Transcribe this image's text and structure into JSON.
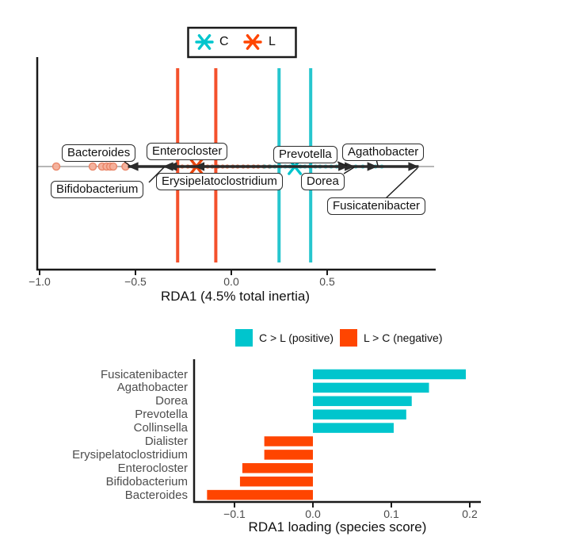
{
  "chart_data": [
    {
      "type": "scatter",
      "name": "rda-ordination-plot",
      "xlabel": "RDA1 (4.5% total inertia)",
      "xlim": [
        -1.01,
        1.06
      ],
      "x_ticks": [
        {
          "v": -1.0,
          "label": "−1.0"
        },
        {
          "v": -0.5,
          "label": "−0.5"
        },
        {
          "v": 0.0,
          "label": "0.0"
        },
        {
          "v": 0.5,
          "label": "0.5"
        }
      ],
      "legend": {
        "position": "top-center",
        "items": [
          {
            "label": "C",
            "color": "#00C5CD",
            "marker": "asterisk"
          },
          {
            "label": "L",
            "color": "#FF4500",
            "marker": "asterisk"
          }
        ]
      },
      "group_vlines": [
        {
          "x": -0.28,
          "color": "#F4512C",
          "group": "L"
        },
        {
          "x": -0.081,
          "color": "#F4512C",
          "group": "L"
        },
        {
          "x": 0.249,
          "color": "#26C6CE",
          "group": "C"
        },
        {
          "x": 0.414,
          "color": "#26C6CE",
          "group": "C"
        }
      ],
      "group_centroids": [
        {
          "group": "L",
          "x": -0.182,
          "color": "#E8440C"
        },
        {
          "group": "C",
          "x": 0.331,
          "color": "#00C5CD"
        }
      ],
      "species_arrows": [
        {
          "name": "Bacteroides",
          "tip": -0.539
        },
        {
          "name": "Bifidobacterium",
          "tip": -0.357
        },
        {
          "name": "Enterocloster",
          "tip": -0.337
        },
        {
          "name": "Erysipelatoclostridium",
          "tip": -0.194
        },
        {
          "name": "Prevotella",
          "tip": 0.612
        },
        {
          "name": "Dorea",
          "tip": 0.645
        },
        {
          "name": "Agathobacter",
          "tip": 0.763
        },
        {
          "name": "Fusicatenibacter",
          "tip": 0.977
        }
      ],
      "species_labels": [
        "Bacteroides",
        "Enterocloster",
        "Prevotella",
        "Agathobacter",
        "Bifidobacterium",
        "Erysipelatoclostridium",
        "Dorea",
        "Fusicatenibacter"
      ],
      "sample_points": {
        "L_far": [
          -0.913,
          -0.723,
          -0.674,
          -0.651,
          -0.632,
          -0.616,
          -0.552
        ],
        "L": [
          -0.256,
          -0.227,
          -0.202,
          -0.169,
          -0.149,
          -0.124,
          -0.099,
          -0.07,
          -0.045,
          -0.021,
          0.008,
          0.033,
          0.062,
          0.087,
          0.116,
          0.14,
          0.169,
          0.198
        ],
        "C": [
          0.174,
          0.202,
          0.227,
          0.256,
          0.281,
          0.306,
          0.331,
          0.36,
          0.384,
          0.409,
          0.438,
          0.463,
          0.492,
          0.521,
          0.55,
          0.583,
          0.616,
          0.649,
          0.686,
          0.719,
          0.752,
          0.785
        ]
      },
      "colors": {
        "arrow": "#2b2b2b",
        "baseline": "#9e9e9e",
        "point_L_far_fill": "#F6B09A",
        "point_L_far_stroke": "#E98568",
        "point_L": "#E85A2B",
        "point_C": "#00C5CD"
      }
    },
    {
      "type": "bar",
      "name": "rda-loading-bar-chart",
      "orientation": "horizontal",
      "categories": [
        "Fusicatenibacter",
        "Agathobacter",
        "Dorea",
        "Prevotella",
        "Collinsella",
        "Dialister",
        "Erysipelatoclostridium",
        "Enterocloster",
        "Bifidobacterium",
        "Bacteroides"
      ],
      "values": [
        0.195,
        0.148,
        0.126,
        0.119,
        0.103,
        -0.062,
        -0.062,
        -0.09,
        -0.093,
        -0.135
      ],
      "xlabel": "RDA1 loading (species score)",
      "xlim": [
        -0.152,
        0.214
      ],
      "x_ticks": [
        {
          "v": -0.1,
          "label": "−0.1"
        },
        {
          "v": 0.0,
          "label": "0.0"
        },
        {
          "v": 0.1,
          "label": "0.1"
        },
        {
          "v": 0.2,
          "label": "0.2"
        }
      ],
      "legend": {
        "position": "top",
        "items": [
          {
            "label": "C > L (positive)",
            "color": "#00C5CD"
          },
          {
            "label": "L > C (negative)",
            "color": "#FF4500"
          }
        ]
      },
      "positive_color": "#00C5CD",
      "negative_color": "#FF4500",
      "grid": false
    }
  ]
}
